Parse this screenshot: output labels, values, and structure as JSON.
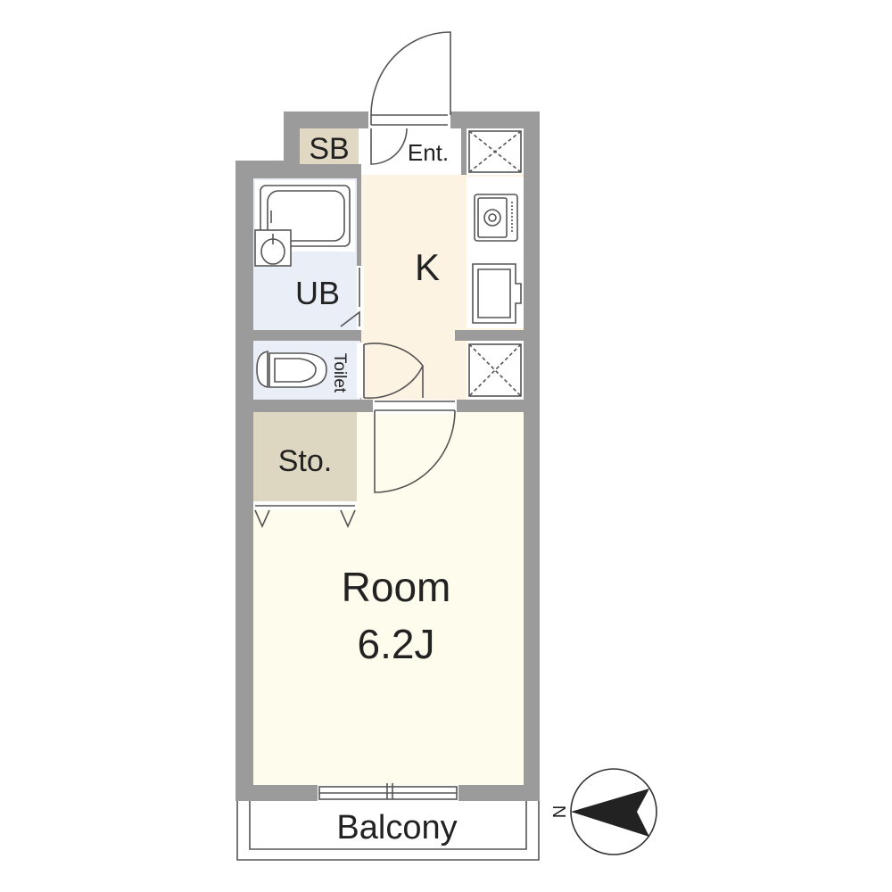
{
  "rooms": {
    "sb": "SB",
    "ent": "Ent.",
    "kitchen": "K",
    "ub": "UB",
    "toilet": "Toilet",
    "storage": "Sto.",
    "room_name": "Room",
    "room_size": "6.2J",
    "balcony": "Balcony"
  },
  "compass": {
    "north_label": "N"
  },
  "colors": {
    "wall": "#9b9b9b",
    "kitchen_floor": "#fdf3e3",
    "room_floor": "#fefcec",
    "bath_floor": "#e9eef7",
    "storage_floor": "#ddd6c0",
    "shoe_box": "#e0d8c2",
    "compass_arrow": "#222222"
  }
}
